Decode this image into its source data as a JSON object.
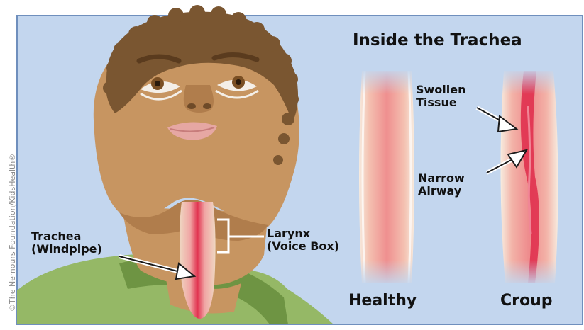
{
  "title": "Inside the Trachea",
  "copyright": "©The Nemours Foundation/KidsHealth®",
  "labels": {
    "swollen_line1": "Swollen",
    "swollen_line2": "Tissue",
    "narrow_line1": "Narrow",
    "narrow_line2": "Airway",
    "trachea_line1": "Trachea",
    "trachea_line2": "(Windpipe)",
    "larynx_line1": "Larynx",
    "larynx_line2": "(Voice Box)",
    "healthy": "Healthy",
    "croup": "Croup"
  },
  "colors": {
    "background_panel": "#c3d6ee",
    "panel_border": "#6f8fbd",
    "skin": "#c79561",
    "skin_shadow": "#b07d4c",
    "hair": "#7a5631",
    "shirt": "#95b866",
    "shirt_collar": "#6e9443",
    "trachea_red": "#e0314f",
    "trachea_pink": "#f2a4a8",
    "trachea_edge": "#f6e3db"
  }
}
